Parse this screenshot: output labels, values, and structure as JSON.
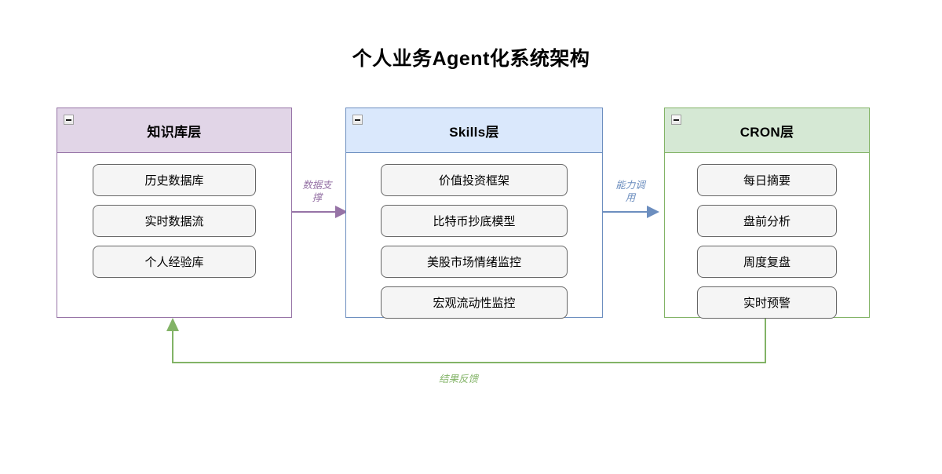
{
  "diagram": {
    "title": "个人业务Agent化系统架构",
    "type": "flowchart",
    "lanes": [
      {
        "id": "knowledge",
        "title": "知识库层",
        "header_color": "#e1d5e7",
        "border_color": "#9673a6",
        "collapse_icon": "minus-icon",
        "items": [
          "历史数据库",
          "实时数据流",
          "个人经验库"
        ]
      },
      {
        "id": "skills",
        "title": "Skills层",
        "header_color": "#dae8fc",
        "border_color": "#6c8ebf",
        "collapse_icon": "minus-icon",
        "items": [
          "价值投资框架",
          "比特币抄底模型",
          "美股市场情绪监控",
          "宏观流动性监控"
        ]
      },
      {
        "id": "cron",
        "title": "CRON层",
        "header_color": "#d5e8d4",
        "border_color": "#82b366",
        "collapse_icon": "minus-icon",
        "items": [
          "每日摘要",
          "盘前分析",
          "周度复盘",
          "实时预警"
        ]
      }
    ],
    "edges": [
      {
        "id": "data-support",
        "label": "数据支\n撑",
        "color": "#9673a6",
        "from": "knowledge",
        "to": "skills"
      },
      {
        "id": "capability-call",
        "label": "能力调\n用",
        "color": "#6c8ebf",
        "from": "skills",
        "to": "cron"
      },
      {
        "id": "result-feedback",
        "label": "结果反馈",
        "color": "#82b366",
        "from": "cron",
        "to": "knowledge"
      }
    ]
  }
}
